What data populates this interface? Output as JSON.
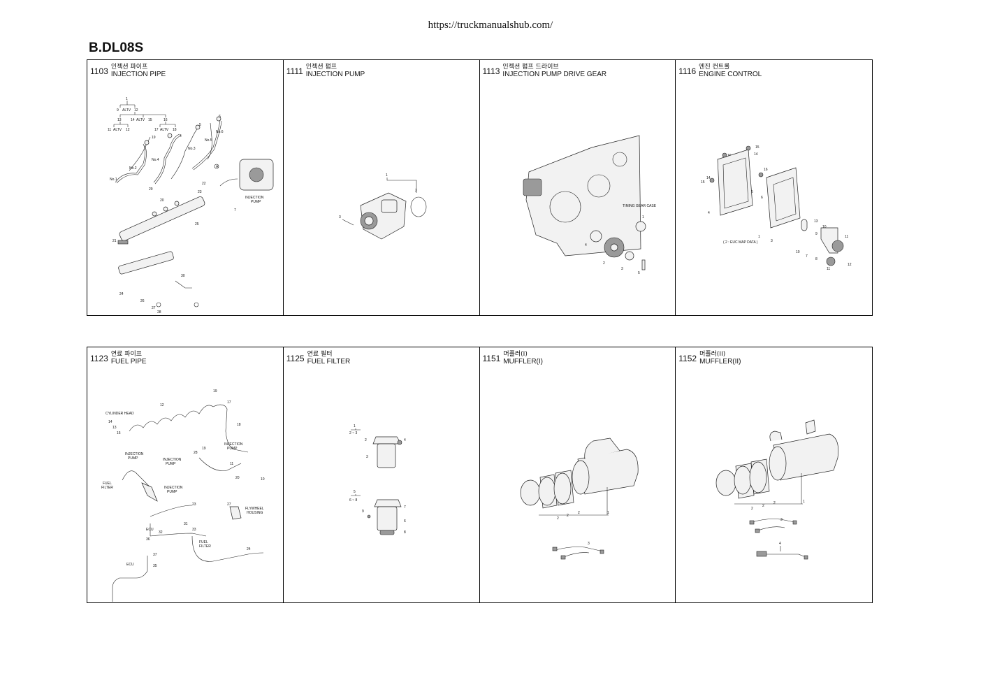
{
  "header": {
    "url": "https://truckmanualshub.com/",
    "title": "B.DL08S"
  },
  "panels": [
    {
      "code": "1103",
      "name_ko": "인젝션 파이프",
      "name_en": "INJECTION PIPE",
      "labels": [
        "1",
        "9",
        "ALTV",
        "12",
        "13",
        "14",
        "ALTV",
        "15",
        "16",
        "11",
        "ALTV",
        "12",
        "17",
        "ALTV",
        "18",
        "19",
        "4",
        "6",
        "5",
        "No.1",
        "No.2",
        "No.4",
        "No.3",
        "No.6",
        "No.5",
        "29",
        "22",
        "23",
        "INJECTION",
        "PUMP",
        "7",
        "A",
        "20",
        "25",
        "21",
        "30",
        "24",
        "26",
        "27",
        "28"
      ]
    },
    {
      "code": "1111",
      "name_ko": "인젝션 펌프",
      "name_en": "INJECTION PUMP",
      "labels": [
        "1",
        "2",
        "3"
      ]
    },
    {
      "code": "1113",
      "name_ko": "인젝션 펌프 드라이브",
      "name_en": "INJECTION PUMP DRIVE GEAR",
      "labels": [
        "TIMING GEAR CASE",
        "1",
        "4",
        "2",
        "3",
        "5"
      ]
    },
    {
      "code": "1116",
      "name_ko": "엔진 컨트롤",
      "name_en": "ENGINE CONTROL",
      "labels": [
        "15",
        "16",
        "14",
        "14",
        "16",
        "15",
        "14",
        "5",
        "6",
        "4",
        "13",
        "10",
        "9",
        "11",
        "1",
        "3",
        "7",
        "8",
        "10",
        "11",
        "12",
        "( 2 : EUC MAP DATA )"
      ]
    },
    {
      "code": "1123",
      "name_ko": "연료 파이프",
      "name_en": "FUEL PIPE",
      "labels": [
        "12",
        "19",
        "17",
        "CYLINDER HEAD",
        "14",
        "13",
        "15",
        "18",
        "INJECTION",
        "PUMP",
        "28",
        "19",
        "INJECTION",
        "PUMP",
        "INJECTION",
        "PUMP",
        "FUEL",
        "FILTER",
        "20",
        "11",
        "10",
        "INJECTION",
        "PUMP",
        "23",
        "27",
        "FLYWHEEL",
        "HOUSING",
        "ECU",
        "31",
        "32",
        "33",
        "FUEL",
        "FILTER",
        "36",
        "37",
        "24",
        "ECU",
        "35"
      ]
    },
    {
      "code": "1125",
      "name_ko": "연료 필터",
      "name_en": "FUEL FILTER",
      "labels": [
        "1",
        "2 ~ 3",
        "2",
        "4",
        "3",
        "5",
        "6 ~ 8",
        "7",
        "9",
        "6",
        "8"
      ]
    },
    {
      "code": "1151",
      "name_ko": "머플러(I)",
      "name_en": "MUFFLER(I)",
      "labels": [
        "1",
        "2",
        "2",
        "2",
        "3"
      ]
    },
    {
      "code": "1152",
      "name_ko": "머플러(II)",
      "name_en": "MUFFLER(II)",
      "labels": [
        "1",
        "2",
        "2",
        "2",
        "3",
        "4"
      ]
    }
  ]
}
